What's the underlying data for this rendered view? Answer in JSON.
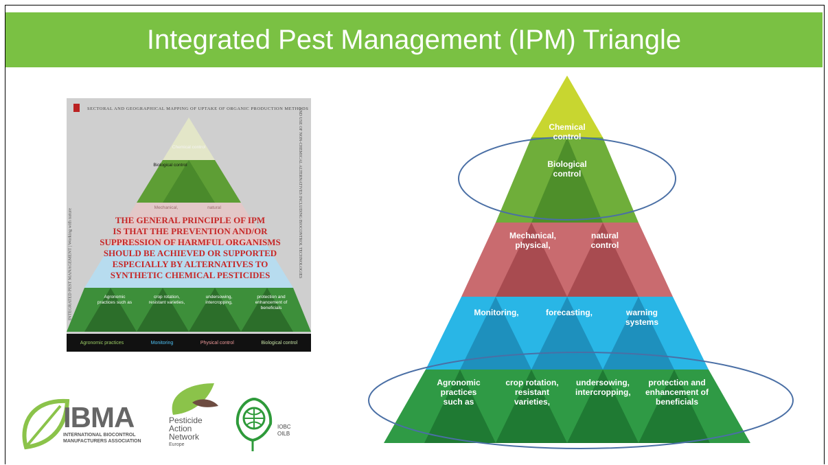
{
  "slide": {
    "title": "Integrated Pest Management (IPM) Triangle"
  },
  "poster": {
    "header": "SECTORAL AND GEOGRAPHICAL MAPPING OF UPTAKE OF ORGANIC PRODUCTION METHODS",
    "side_left": "INTEGRATED PEST MANAGEMENT | Working with nature",
    "side_right": "AND USE OF NON-CHEMICAL ALTERNATIVES INCLUDING BIOCONTROL TECHNOLOGIES",
    "principle_lines": [
      "THE GENERAL PRINCIPLE OF IPM",
      "IS THAT THE PREVENTION AND/OR",
      "SUPPRESSION OF HARMFUL ORGANISMS",
      "SHOULD BE ACHIEVED OR SUPPORTED",
      "ESPECIALLY BY ALTERNATIVES TO",
      "SYNTHETIC CHEMICAL PESTICIDES"
    ],
    "tiers": {
      "chemical": "Chemical control",
      "biological": "Biological control",
      "mechanical": "Mechanical,",
      "natural": "natural"
    },
    "base_labels": [
      "Agronomic practices such as",
      "crop rotation, resistant varieties,",
      "undersowing, intercropping,",
      "protection and enhancement of beneficials"
    ],
    "legend": [
      "Agronomic practices",
      "Monitoring",
      "Physical control",
      "Biological control"
    ],
    "legend_colors": [
      "#9ccc65",
      "#4fc3f7",
      "#ef9a9a",
      "#aed581"
    ]
  },
  "pyramid": {
    "tier1": "Chemical control",
    "tier2": "Biological control",
    "tier3_left": "Mechanical, physical,",
    "tier3_right": "natural control",
    "tier4": [
      "Monitoring,",
      "forecasting,",
      "warning systems"
    ],
    "tier5": [
      "Agronomic practices such as",
      "crop rotation, resistant varieties,",
      "undersowing, intercropping,",
      "protection and enhancement of beneficials"
    ],
    "colors": {
      "chemical": "#c8d630",
      "biological": "#6fae3a",
      "mechanical": "#c96b6f",
      "monitoring": "#29b6e6",
      "agronomic": "#2f9a45",
      "highlight_ellipse": "#4a6fa5"
    }
  },
  "logos": {
    "ibma_name": "IBMA",
    "ibma_sub1": "INTERNATIONAL BIOCONTROL",
    "ibma_sub2": "MANUFACTURERS ASSOCIATION",
    "pan_line1": "Pesticide",
    "pan_line2": "Action",
    "pan_line3": "Network",
    "pan_line4": "Europe",
    "iobc_line1": "IOBC",
    "iobc_line2": "OILB"
  }
}
